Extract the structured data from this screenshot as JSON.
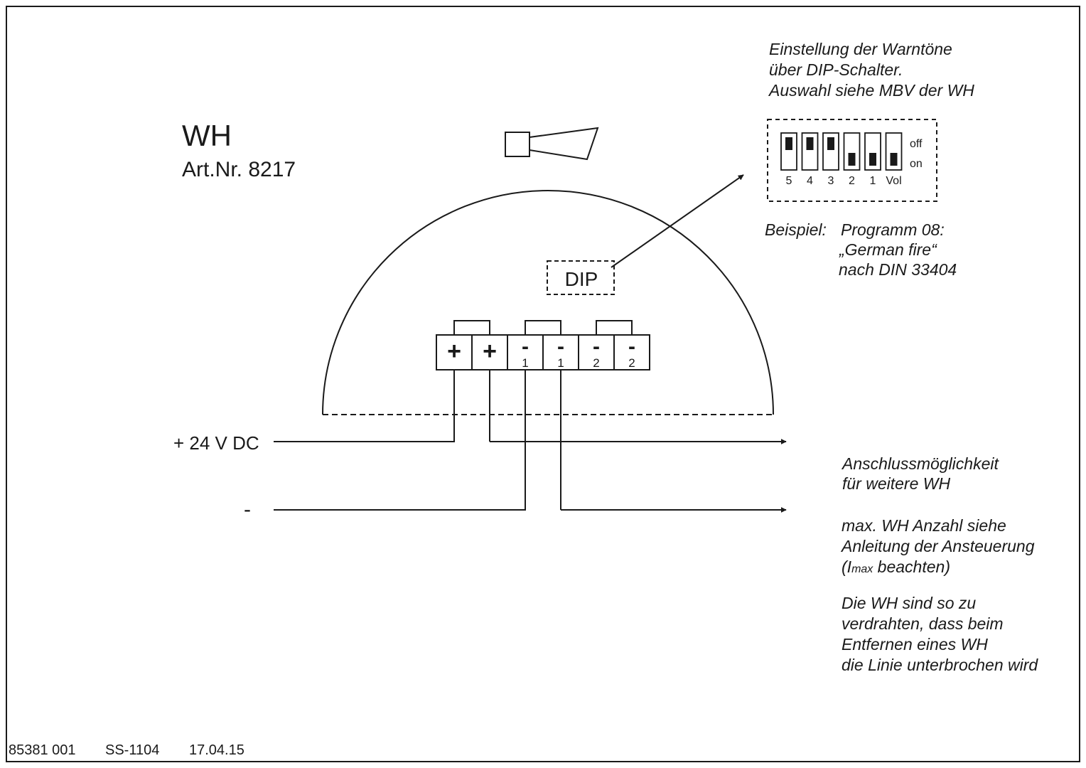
{
  "device": {
    "name": "WH",
    "article_number": "Art.Nr. 8217"
  },
  "dip": {
    "label": "DIP",
    "heading_lines": [
      "Einstellung der Warntöne",
      "über DIP-Schalter.",
      "Auswahl siehe MBV der WH"
    ],
    "switches": [
      {
        "label": "5",
        "state": "off"
      },
      {
        "label": "4",
        "state": "off"
      },
      {
        "label": "3",
        "state": "off"
      },
      {
        "label": "2",
        "state": "on"
      },
      {
        "label": "1",
        "state": "on"
      },
      {
        "label": "Vol",
        "state": "on"
      }
    ],
    "off_label": "off",
    "on_label": "on",
    "example_prefix": "Beispiel:",
    "example_lines": [
      "Programm 08:",
      "„German fire“",
      "nach DIN 33404"
    ]
  },
  "terminals": [
    {
      "symbol": "+",
      "index": ""
    },
    {
      "symbol": "+",
      "index": ""
    },
    {
      "symbol": "-",
      "index": "1"
    },
    {
      "symbol": "-",
      "index": "1"
    },
    {
      "symbol": "-",
      "index": "2"
    },
    {
      "symbol": "-",
      "index": "2"
    }
  ],
  "supply": {
    "positive_label": "+ 24 V DC",
    "negative_label": "-"
  },
  "notes": {
    "connection_lines": [
      "Anschlussmöglichkeit",
      "für weitere WH"
    ],
    "max_lines": [
      "max. WH Anzahl siehe",
      "Anleitung der Ansteuerung"
    ],
    "imax_open": "(I",
    "imax_sub": "max",
    "imax_rest": " beachten)",
    "wiring_lines": [
      "Die WH sind so zu",
      "verdrahten, dass beim",
      "Entfernen eines WH",
      "die Linie unterbrochen wird"
    ]
  },
  "footer": {
    "doc_number": "85381 001",
    "drawing_id": "SS-1104",
    "date": "17.04.15"
  }
}
